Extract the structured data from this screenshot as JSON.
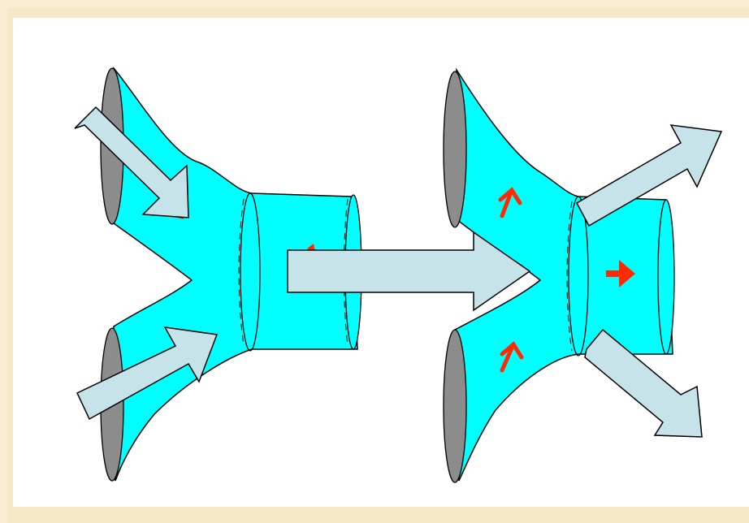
{
  "diagram": {
    "description_free": true,
    "colors": {
      "background": "#f9ebcf",
      "panel": "#ffffff",
      "tube": "#00ffff",
      "tube_end": "#8c8c8c",
      "arrow_fill": "#c5e3e9",
      "small_arrow": "#ff2a00",
      "outline": "#000000"
    },
    "left_shape": {
      "kind": "merging-tubes",
      "inlets": 2,
      "outlets": 1
    },
    "right_shape": {
      "kind": "merging-tubes",
      "inlets": 2,
      "outlets": 1
    },
    "arrows": [
      "inlet-top-left",
      "inlet-bottom-left",
      "center-transfer",
      "outlet-top-right",
      "outlet-bottom-right"
    ],
    "icons": [
      "red-flow-arrow-icon"
    ]
  }
}
